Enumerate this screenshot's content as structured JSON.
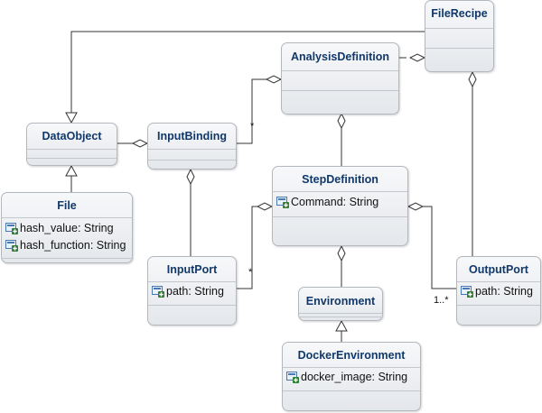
{
  "classes": {
    "filerecipe": {
      "name": "FileRecipe"
    },
    "analysisdefinition": {
      "name": "AnalysisDefinition"
    },
    "dataobject": {
      "name": "DataObject"
    },
    "inputbinding": {
      "name": "InputBinding"
    },
    "stepdefinition": {
      "name": "StepDefinition",
      "attributes": [
        "Command: String"
      ]
    },
    "file": {
      "name": "File",
      "attributes": [
        "hash_value: String",
        "hash_function: String"
      ]
    },
    "inputport": {
      "name": "InputPort",
      "attributes": [
        "path: String"
      ]
    },
    "environment": {
      "name": "Environment"
    },
    "outputport": {
      "name": "OutputPort",
      "attributes": [
        "path: String"
      ]
    },
    "dockerenvironment": {
      "name": "DockerEnvironment",
      "attributes": [
        "docker_image: String"
      ]
    }
  },
  "multiplicities": {
    "inputbinding_analysis": "*",
    "inputport_step": "*",
    "outputport_step": "1..*"
  },
  "colors": {
    "title": "#10386a",
    "attribute_icon": "#2e7d32"
  }
}
